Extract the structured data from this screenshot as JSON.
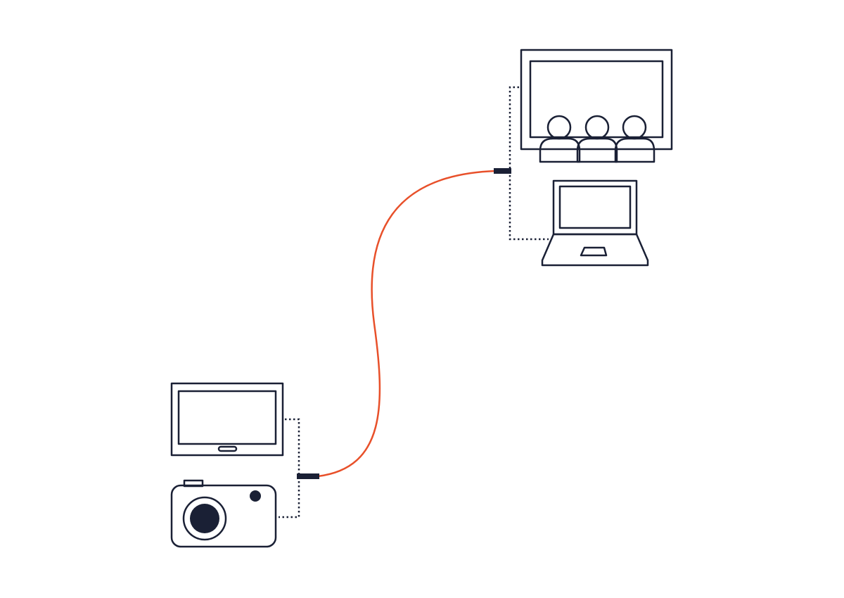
{
  "colors": {
    "background": "#ffffff",
    "line": "#1a2035",
    "cable": "#e8502a",
    "connector": "#1a2035"
  },
  "nodes": [
    {
      "id": "cinema-screen-audience",
      "icon": "cinema-screen-audience-icon",
      "role": "receiving end"
    },
    {
      "id": "laptop",
      "icon": "laptop-icon",
      "role": "receiving end"
    },
    {
      "id": "tablet",
      "icon": "tablet-icon",
      "role": "source end"
    },
    {
      "id": "camera",
      "icon": "camera-icon",
      "role": "source end"
    }
  ],
  "links": [
    {
      "from": "source-connector",
      "to": "receiver-connector",
      "style": "solid",
      "color": "cable"
    },
    {
      "from": "tablet",
      "to": "source-connector",
      "style": "dotted"
    },
    {
      "from": "camera",
      "to": "source-connector",
      "style": "dotted"
    },
    {
      "from": "cinema-screen-audience",
      "to": "receiver-connector",
      "style": "dotted"
    },
    {
      "from": "laptop",
      "to": "receiver-connector",
      "style": "dotted"
    }
  ]
}
